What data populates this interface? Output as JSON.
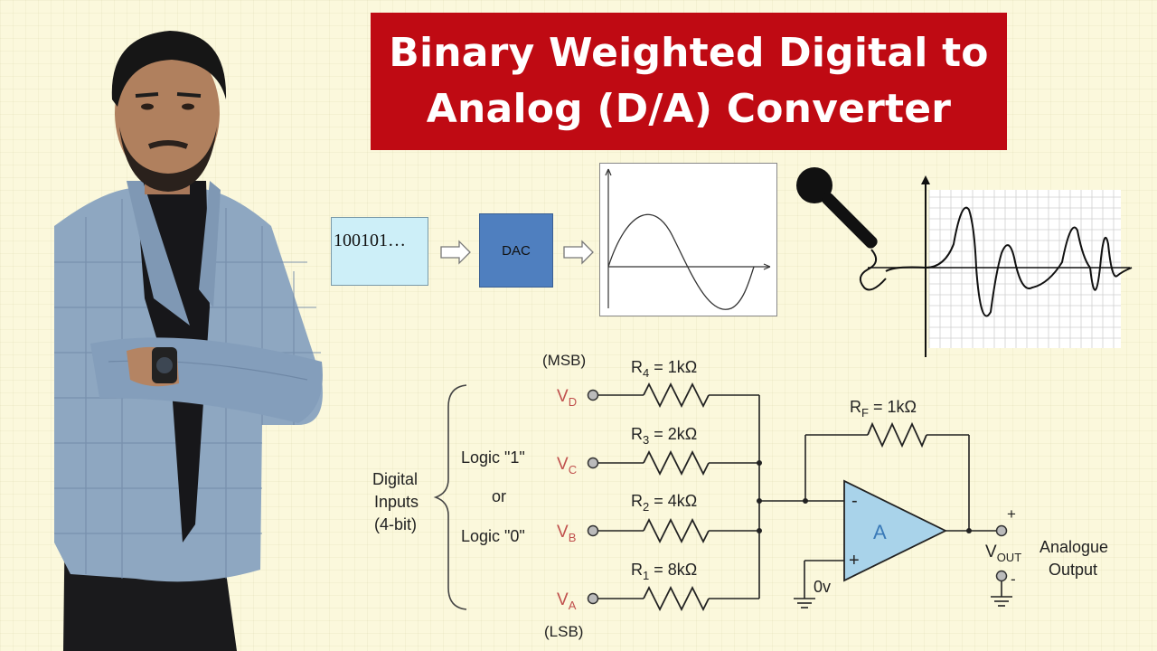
{
  "title": {
    "line1": "Binary Weighted Digital to",
    "line2": "Analog (D/A) Converter"
  },
  "flow": {
    "binary_input": "100101…",
    "dac_label": "DAC"
  },
  "circuit": {
    "msb": "(MSB)",
    "lsb": "(LSB)",
    "inputs": [
      {
        "v": "V",
        "sub": "D",
        "r": "R",
        "rsub": "4",
        "rval": " = 1kΩ"
      },
      {
        "v": "V",
        "sub": "C",
        "r": "R",
        "rsub": "3",
        "rval": " = 2kΩ"
      },
      {
        "v": "V",
        "sub": "B",
        "r": "R",
        "rsub": "2",
        "rval": " = 4kΩ"
      },
      {
        "v": "V",
        "sub": "A",
        "r": "R",
        "rsub": "1",
        "rval": " = 8kΩ"
      }
    ],
    "rf": {
      "r": "R",
      "sub": "F",
      "val": " = 1kΩ"
    },
    "digital_inputs": [
      "Digital",
      "Inputs",
      "(4-bit)"
    ],
    "logic1": "Logic \"1\"",
    "or": "or",
    "logic0": "Logic \"0\"",
    "opamp": "A",
    "minus": "-",
    "plus": "+",
    "ground": "0v",
    "vout": {
      "v": "V",
      "sub": "OUT"
    },
    "out_plus": "+",
    "out_minus": "-",
    "output_label": [
      "Analogue",
      "Output"
    ]
  },
  "colors": {
    "title_bg": "#bf0a13",
    "dac": "#4f7fbf",
    "binary_box": "#cdeff8",
    "opamp": "#a9d3ea",
    "input_label": "#c0504d"
  },
  "icons": {
    "presenter": "person-photo",
    "microphone": "microphone-icon"
  }
}
